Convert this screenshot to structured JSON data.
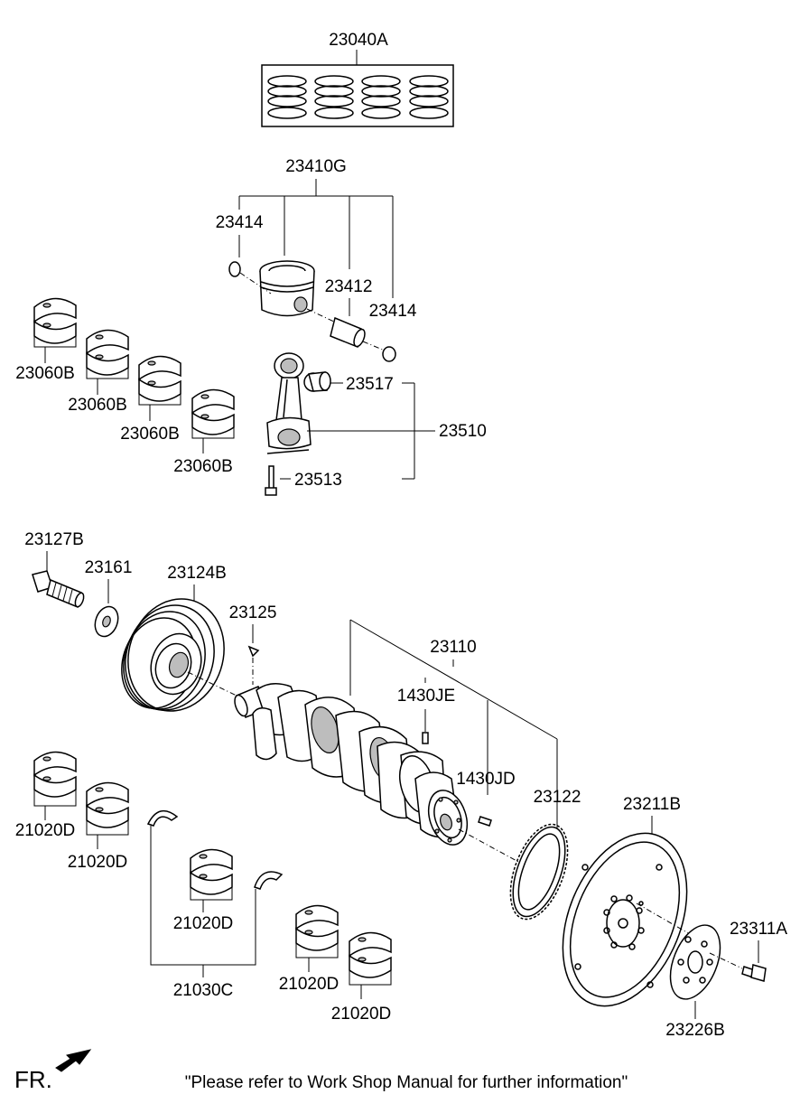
{
  "labels": {
    "l23040A": "23040A",
    "l23410G": "23410G",
    "l23414a": "23414",
    "l23412": "23412",
    "l23414b": "23414",
    "l23060B_1": "23060B",
    "l23060B_2": "23060B",
    "l23060B_3": "23060B",
    "l23060B_4": "23060B",
    "l23517": "23517",
    "l23510": "23510",
    "l23513": "23513",
    "l23127B": "23127B",
    "l23161": "23161",
    "l23124B": "23124B",
    "l23125": "23125",
    "l23110": "23110",
    "l1430JE": "1430JE",
    "l1430JD": "1430JD",
    "l23122": "23122",
    "l23211B": "23211B",
    "l23311A": "23311A",
    "l23226B": "23226B",
    "l21020D_1": "21020D",
    "l21020D_2": "21020D",
    "l21020D_3": "21020D",
    "l21020D_4": "21020D",
    "l21020D_5": "21020D",
    "l21030C": "21030C"
  },
  "footer": {
    "orientation": "FR.",
    "note": "\"Please refer to Work Shop Manual for further information\""
  },
  "icons": {
    "front_direction": "arrow-icon"
  }
}
